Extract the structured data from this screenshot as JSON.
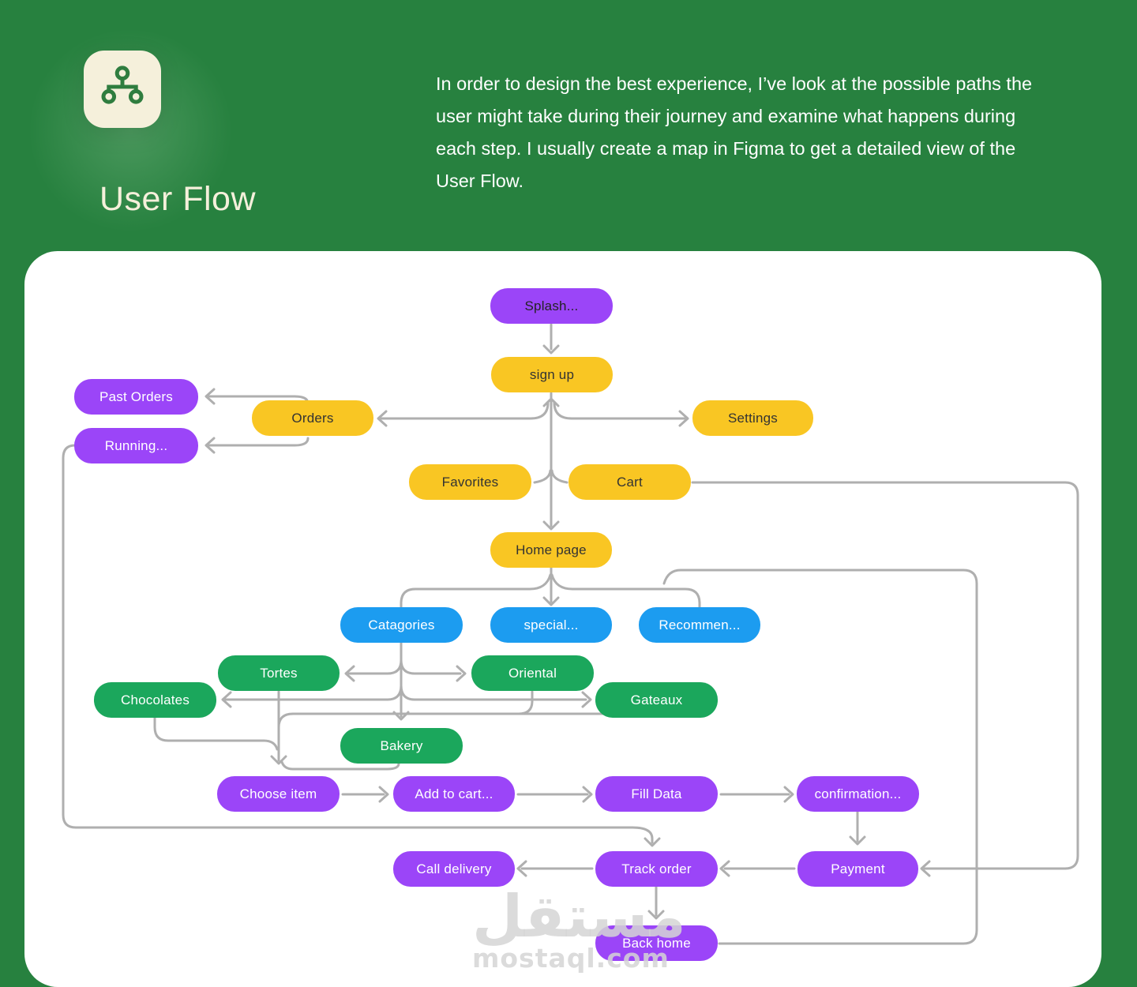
{
  "page": {
    "background_color": "#27813F"
  },
  "header": {
    "icon": "sitemap-icon",
    "title": "User Flow",
    "description": "In order to design the best experience, I’ve look at the possible paths the user might take during their journey and examine  what happens during each step. I usually create a map in Figma to get a detailed view of the User Flow."
  },
  "colors": {
    "background": "#27813F",
    "card": "#FFFFFF",
    "cream": "#F5F0DB",
    "node_purple": "#9B45F8",
    "node_yellow": "#F9C623",
    "node_blue": "#1C9CF0",
    "node_green": "#1BA75C",
    "connector_gray": "#AFAFAF"
  },
  "flow": {
    "nodes": {
      "splash": {
        "label": "Splash..."
      },
      "sign_up": {
        "label": "sign up"
      },
      "past_orders": {
        "label": "Past Orders"
      },
      "orders": {
        "label": "Orders"
      },
      "settings": {
        "label": "Settings"
      },
      "running": {
        "label": "Running..."
      },
      "favorites": {
        "label": "Favorites"
      },
      "cart": {
        "label": "Cart"
      },
      "home_page": {
        "label": "Home page"
      },
      "catagories": {
        "label": "Catagories"
      },
      "special": {
        "label": "special..."
      },
      "recommen": {
        "label": "Recommen..."
      },
      "tortes": {
        "label": "Tortes"
      },
      "oriental": {
        "label": "Oriental"
      },
      "chocolates": {
        "label": "Chocolates"
      },
      "gateaux": {
        "label": "Gateaux"
      },
      "bakery": {
        "label": "Bakery"
      },
      "choose_item": {
        "label": "Choose item"
      },
      "add_to_cart": {
        "label": "Add to cart..."
      },
      "fill_data": {
        "label": "Fill Data"
      },
      "confirmation": {
        "label": "confirmation..."
      },
      "call_delivery": {
        "label": "Call delivery"
      },
      "track_order": {
        "label": "Track order"
      },
      "payment": {
        "label": "Payment"
      },
      "back_home": {
        "label": "Back home"
      }
    }
  },
  "watermark": {
    "arabic": "مستقل",
    "latin": "mostaql.com"
  }
}
